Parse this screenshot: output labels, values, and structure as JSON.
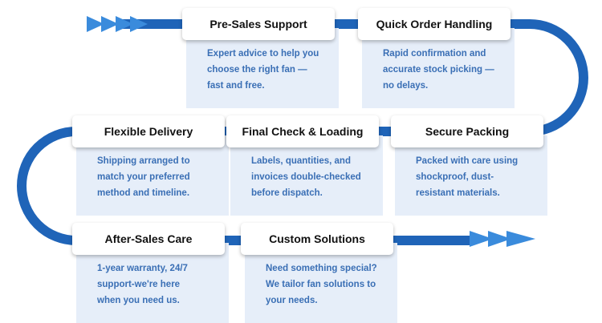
{
  "colors": {
    "path": "#1f64b8",
    "chevron": "#3a8bdc",
    "card_bg": "#e6eef9",
    "desc_text": "#3a6fb5",
    "title_text": "#111111"
  },
  "steps": [
    {
      "id": "pre-sales-support",
      "title": "Pre-Sales Support",
      "desc": [
        "Expert advice to help you",
        "choose the right fan —",
        "fast and free."
      ]
    },
    {
      "id": "quick-order-handling",
      "title": "Quick Order Handling",
      "desc": [
        "Rapid confirmation and",
        "accurate stock picking —",
        "no delays."
      ]
    },
    {
      "id": "flexible-delivery",
      "title": "Flexible Delivery",
      "desc": [
        "Shipping arranged to",
        "match your preferred",
        "method and timeline."
      ]
    },
    {
      "id": "final-check-loading",
      "title": "Final Check & Loading",
      "desc": [
        "Labels, quantities, and",
        "invoices double-checked",
        "before dispatch."
      ]
    },
    {
      "id": "secure-packing",
      "title": "Secure Packing",
      "desc": [
        "Packed with care using",
        "shockproof, dust-",
        "resistant materials."
      ]
    },
    {
      "id": "after-sales-care",
      "title": "After-Sales Care",
      "desc": [
        "1-year warranty, 24/7",
        "support-we're here",
        "when you need us."
      ]
    },
    {
      "id": "custom-solutions",
      "title": "Custom Solutions",
      "desc": [
        "Need something special?",
        "We tailor fan solutions to",
        "your needs."
      ]
    }
  ]
}
